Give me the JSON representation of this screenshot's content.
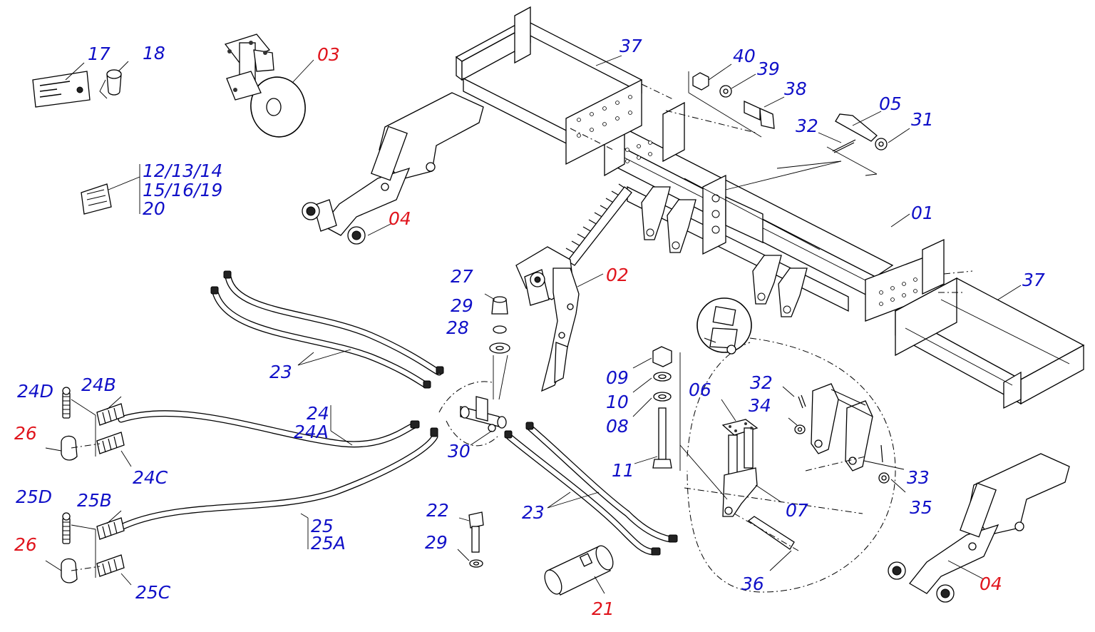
{
  "colors": {
    "label_primary": "#1010c8",
    "label_assembly": "#e0141c",
    "line": "#000000"
  },
  "labels": [
    {
      "id": "p17",
      "text": "17",
      "color": "blue"
    },
    {
      "id": "p18",
      "text": "18",
      "color": "blue"
    },
    {
      "id": "p03",
      "text": "03",
      "color": "red"
    },
    {
      "id": "p37a",
      "text": "37",
      "color": "blue"
    },
    {
      "id": "p40",
      "text": "40",
      "color": "blue"
    },
    {
      "id": "p39",
      "text": "39",
      "color": "blue"
    },
    {
      "id": "p38",
      "text": "38",
      "color": "blue"
    },
    {
      "id": "p05",
      "text": "05",
      "color": "blue"
    },
    {
      "id": "p32a",
      "text": "32",
      "color": "blue"
    },
    {
      "id": "p31",
      "text": "31",
      "color": "blue"
    },
    {
      "id": "p12",
      "text": "12/13/14",
      "color": "blue"
    },
    {
      "id": "p15",
      "text": "15/16/19",
      "color": "blue"
    },
    {
      "id": "p20",
      "text": "20",
      "color": "blue"
    },
    {
      "id": "p04a",
      "text": "04",
      "color": "red"
    },
    {
      "id": "p01",
      "text": "01",
      "color": "blue"
    },
    {
      "id": "p27",
      "text": "27",
      "color": "blue"
    },
    {
      "id": "p02",
      "text": "02",
      "color": "red"
    },
    {
      "id": "p37b",
      "text": "37",
      "color": "blue"
    },
    {
      "id": "p29a",
      "text": "29",
      "color": "blue"
    },
    {
      "id": "p28",
      "text": "28",
      "color": "blue"
    },
    {
      "id": "p23a",
      "text": "23",
      "color": "blue"
    },
    {
      "id": "p09",
      "text": "09",
      "color": "blue"
    },
    {
      "id": "p10",
      "text": "10",
      "color": "blue"
    },
    {
      "id": "p08",
      "text": "08",
      "color": "blue"
    },
    {
      "id": "p06",
      "text": "06",
      "color": "blue"
    },
    {
      "id": "p32b",
      "text": "32",
      "color": "blue"
    },
    {
      "id": "p34",
      "text": "34",
      "color": "blue"
    },
    {
      "id": "p24D",
      "text": "24D",
      "color": "blue"
    },
    {
      "id": "p24B",
      "text": "24B",
      "color": "blue"
    },
    {
      "id": "p24",
      "text": "24",
      "color": "blue"
    },
    {
      "id": "p24A",
      "text": "24A",
      "color": "blue"
    },
    {
      "id": "p26a",
      "text": "26",
      "color": "red"
    },
    {
      "id": "p30",
      "text": "30",
      "color": "blue"
    },
    {
      "id": "p11",
      "text": "11",
      "color": "blue"
    },
    {
      "id": "p24C",
      "text": "24C",
      "color": "blue"
    },
    {
      "id": "p33",
      "text": "33",
      "color": "blue"
    },
    {
      "id": "p25D",
      "text": "25D",
      "color": "blue"
    },
    {
      "id": "p25B",
      "text": "25B",
      "color": "blue"
    },
    {
      "id": "p25",
      "text": "25",
      "color": "blue"
    },
    {
      "id": "p25A",
      "text": "25A",
      "color": "blue"
    },
    {
      "id": "p07",
      "text": "07",
      "color": "blue"
    },
    {
      "id": "p35",
      "text": "35",
      "color": "blue"
    },
    {
      "id": "p22",
      "text": "22",
      "color": "blue"
    },
    {
      "id": "p23b",
      "text": "23",
      "color": "blue"
    },
    {
      "id": "p26b",
      "text": "26",
      "color": "red"
    },
    {
      "id": "p29b",
      "text": "29",
      "color": "blue"
    },
    {
      "id": "p25C",
      "text": "25C",
      "color": "blue"
    },
    {
      "id": "p36",
      "text": "36",
      "color": "blue"
    },
    {
      "id": "p04b",
      "text": "04",
      "color": "red"
    },
    {
      "id": "p21",
      "text": "21",
      "color": "red"
    }
  ]
}
